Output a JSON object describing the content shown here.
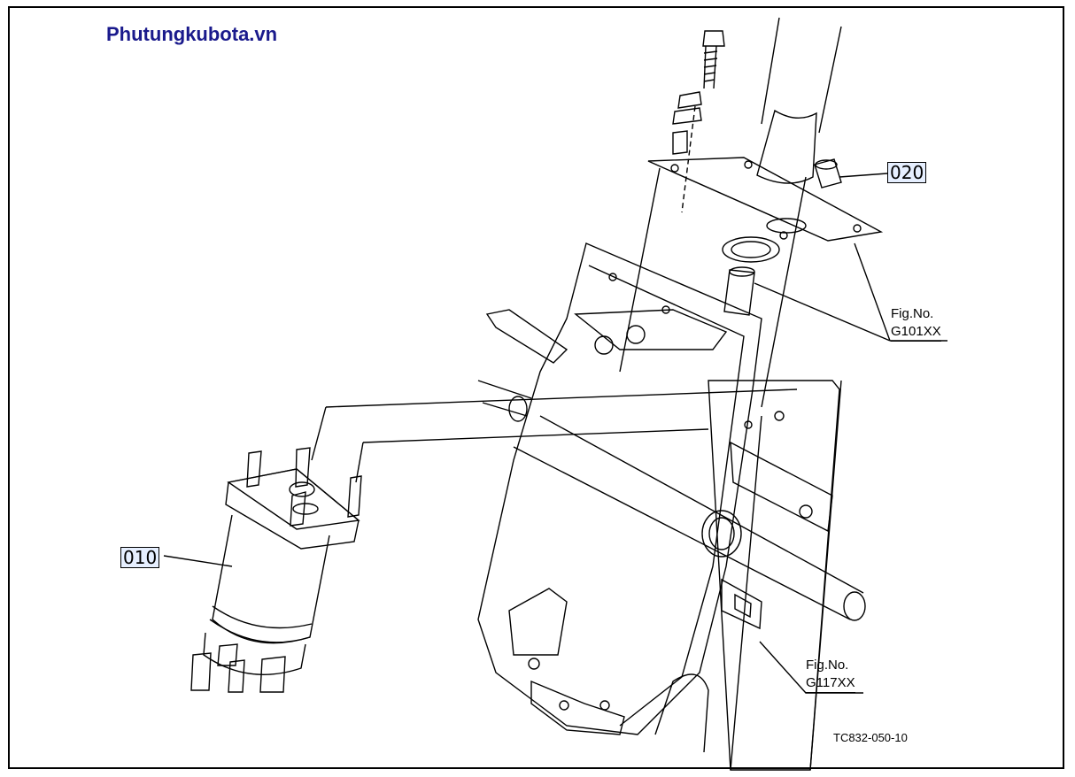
{
  "watermark": "Phutungkubota.vn",
  "parts": [
    {
      "label": "010"
    },
    {
      "label": "020"
    }
  ],
  "fig_refs": [
    {
      "prefix": "Fig.No.",
      "code": "G101XX"
    },
    {
      "prefix": "Fig.No.",
      "code": "G117XX"
    }
  ],
  "drawing_code": "TC832-050-10"
}
